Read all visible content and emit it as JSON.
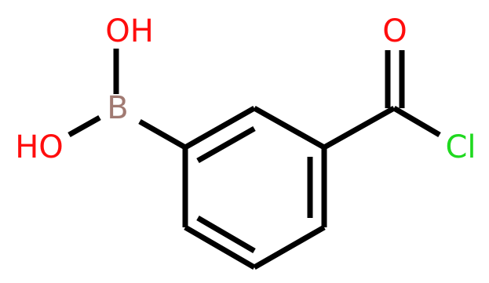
{
  "molecule": {
    "atoms": {
      "oh_top": {
        "text": "OH",
        "color": "#ff0d0d"
      },
      "oh_left": {
        "text": "HO",
        "color": "#ff0d0d"
      },
      "boron": {
        "text": "B",
        "color": "#a17a72"
      },
      "oxygen": {
        "text": "O",
        "color": "#ff0d0d"
      },
      "chlorine": {
        "text": "Cl",
        "color": "#1fd91f"
      }
    },
    "bond_color": "#000000",
    "background": "#ffffff"
  }
}
